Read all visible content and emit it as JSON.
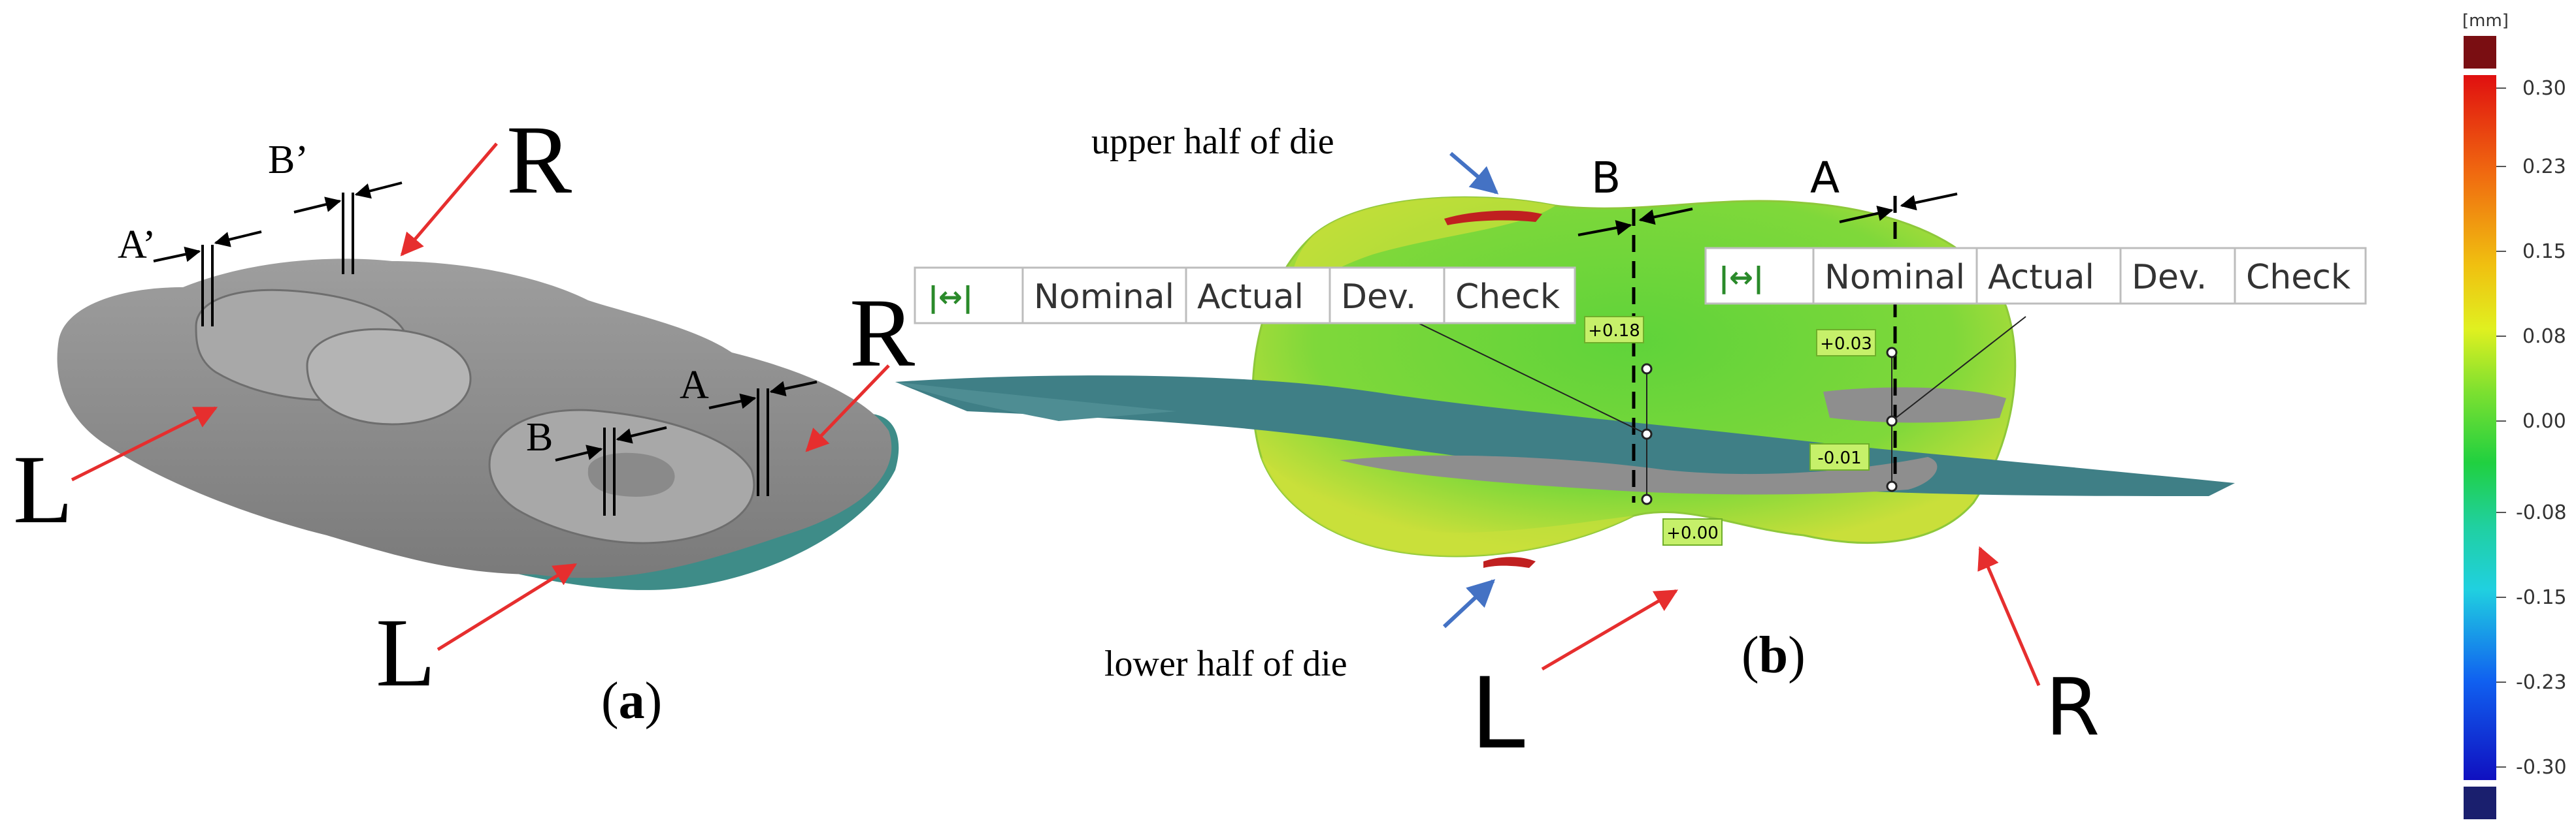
{
  "panel_a": {
    "caption_open": "(",
    "caption_letter": "a",
    "caption_close": ")",
    "labels": {
      "R_top": "R",
      "R_right": "R",
      "L_left": "L",
      "L_bottom": "L",
      "A_prime": "A’",
      "B_prime": "B’",
      "A": "A",
      "B": "B"
    },
    "colors": {
      "part_gray": "#8f8f8f",
      "part_dark": "#6e6e6e",
      "teal_scan": "#3e8c88",
      "arrow_red": "#e62e2e"
    }
  },
  "panel_b": {
    "caption_open": "(",
    "caption_letter": "b",
    "caption_close": ")",
    "upper_label": "upper half  of  die",
    "lower_label": "lower half  of die",
    "labels": {
      "B": "B",
      "A": "A",
      "L": "L",
      "R": "R"
    },
    "table_left": {
      "icon": "|↔|",
      "headers": [
        "Nominal",
        "Actual",
        "Dev.",
        "Check"
      ]
    },
    "table_right": {
      "icon": "|↔|",
      "headers": [
        "Nominal",
        "Actual",
        "Dev.",
        "Check"
      ]
    },
    "callouts": [
      "+0.18",
      "+0.03",
      "-0.01",
      "+0.00"
    ],
    "colors": {
      "die_green": "#6ed23a",
      "die_yellow": "#c8e03a",
      "flash_teal": "#3f7f86",
      "callout_bg": "#c6f06a",
      "arrow_blue": "#4472c4",
      "arrow_red": "#e62e2e"
    }
  },
  "colorbar": {
    "unit": "[mm]",
    "ticks": [
      "0.30",
      "0.23",
      "0.15",
      "0.08",
      "0.00",
      "-0.08",
      "-0.15",
      "-0.23",
      "-0.30"
    ],
    "top_color": "#7a0e12",
    "bottom_color": "#1a1f6e"
  }
}
